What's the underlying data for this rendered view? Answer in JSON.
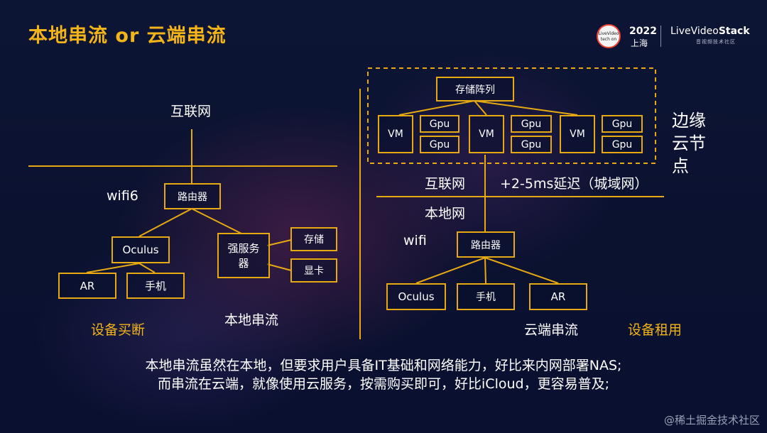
{
  "title": "本地串流 or 云端串流",
  "logo": {
    "badge": "LiveVideo tech on",
    "year": "2022",
    "city": "上海",
    "brand_prefix": "LiveVideo",
    "brand_suffix": "Stack",
    "brand_sub": "音视频技术社区"
  },
  "local": {
    "internet": "互联网",
    "wifi": "wifi6",
    "router": "路由器",
    "oculus": "Oculus",
    "ar": "AR",
    "phone": "手机",
    "server": "强服务器",
    "storage": "存储",
    "gpu": "显卡",
    "left_caption": "设备买断",
    "caption": "本地串流"
  },
  "cloud": {
    "storage_array": "存储阵列",
    "vm": "VM",
    "gpu": "Gpu",
    "edge_node": "边缘云节点",
    "internet": "互联网",
    "latency": "+2-5ms延迟（城域网）",
    "lan": "本地网",
    "wifi": "wifi",
    "router": "路由器",
    "oculus": "Oculus",
    "phone": "手机",
    "ar": "AR",
    "caption": "云端串流",
    "right_caption": "设备租用"
  },
  "footer": {
    "line1": "本地串流虽然在本地，但要求用户具备IT基础和网络能力，好比来内网部署NAS;",
    "line2": "而串流在云端，就像使用云服务，按需购买即可，好比iCloud，更容易普及;"
  },
  "watermark": "@稀土掘金技术社区",
  "colors": {
    "accent": "#f2b418",
    "line": "#e7a912",
    "background": "#0b1230"
  }
}
